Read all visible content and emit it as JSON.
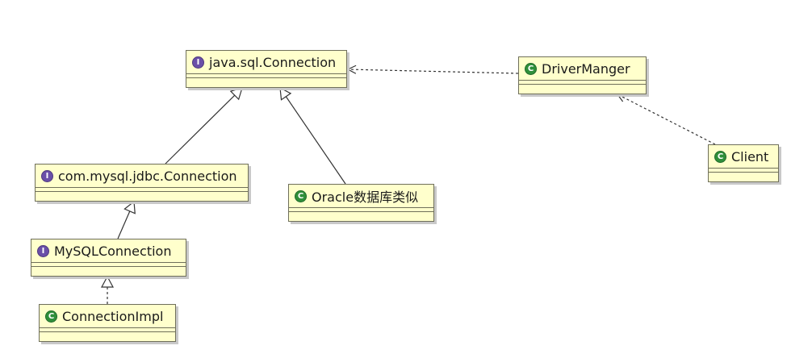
{
  "diagram": {
    "nodes": [
      {
        "id": "java-sql-connection",
        "kind": "interface",
        "badge": "I",
        "label": "java.sql.Connection"
      },
      {
        "id": "driver-manger",
        "kind": "class",
        "badge": "C",
        "label": "DriverManger"
      },
      {
        "id": "client",
        "kind": "class",
        "badge": "C",
        "label": "Client"
      },
      {
        "id": "mysql-jdbc-connection",
        "kind": "interface",
        "badge": "I",
        "label": "com.mysql.jdbc.Connection"
      },
      {
        "id": "oracle-similar",
        "kind": "class",
        "badge": "C",
        "label": "Oracle数据库类似"
      },
      {
        "id": "mysql-connection",
        "kind": "interface",
        "badge": "I",
        "label": "MySQLConnection"
      },
      {
        "id": "connection-impl",
        "kind": "class",
        "badge": "C",
        "label": "ConnectionImpl"
      }
    ],
    "edges": [
      {
        "from": "driver-manger",
        "to": "java-sql-connection",
        "type": "dependency"
      },
      {
        "from": "client",
        "to": "driver-manger",
        "type": "dependency"
      },
      {
        "from": "mysql-jdbc-connection",
        "to": "java-sql-connection",
        "type": "generalization"
      },
      {
        "from": "oracle-similar",
        "to": "java-sql-connection",
        "type": "generalization"
      },
      {
        "from": "mysql-connection",
        "to": "mysql-jdbc-connection",
        "type": "generalization"
      },
      {
        "from": "connection-impl",
        "to": "mysql-connection",
        "type": "realization"
      }
    ],
    "colors": {
      "node_fill": "#ffffcc",
      "node_border": "#6f6f5a",
      "interface_badge": "#6a4fa8",
      "class_badge": "#2f8f3a",
      "edge": "#333333"
    }
  }
}
